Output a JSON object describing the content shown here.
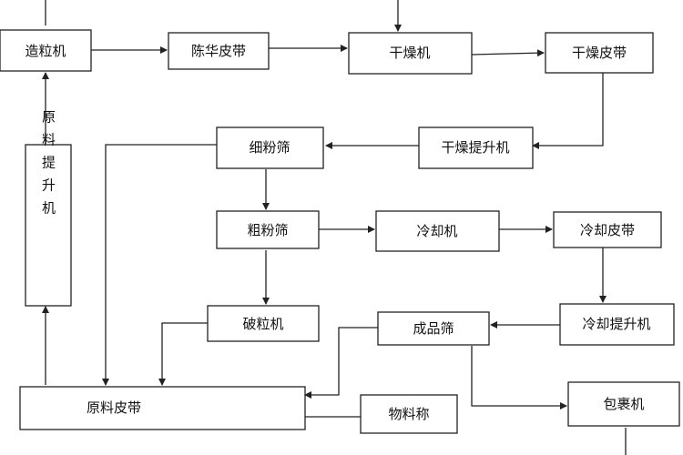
{
  "nodes": {
    "granulator": "造粒机",
    "chenhua_belt": "陈华皮带",
    "dryer": "干燥机",
    "dry_belt": "干燥皮带",
    "raw_elevator": "原料提升机",
    "fine_screen": "细粉筛",
    "dry_elevator": "干燥提升机",
    "coarse_screen": "粗粉筛",
    "cooler": "冷却机",
    "cool_belt": "冷却皮带",
    "crusher": "破粒机",
    "product_screen": "成品筛",
    "cool_elevator": "冷却提升机",
    "raw_belt": "原料皮带",
    "weigher": "物料称",
    "packer": "包裹机"
  },
  "colors": {
    "line": "#222222",
    "box_fill": "#ffffff",
    "text": "#111111"
  }
}
